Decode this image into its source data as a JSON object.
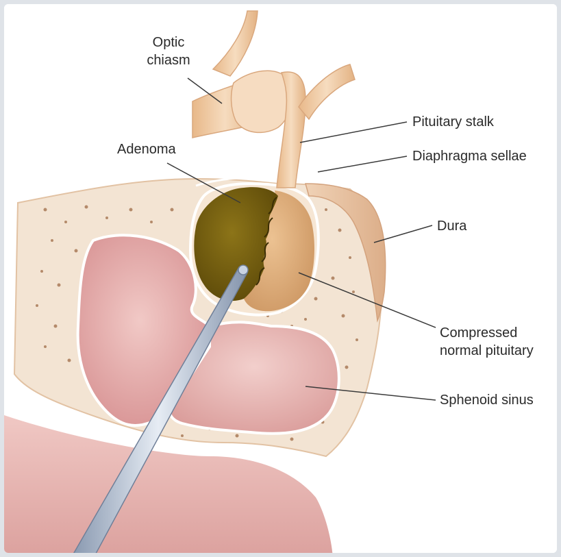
{
  "diagram": {
    "labels": {
      "optic_chiasm_line1": "Optic",
      "optic_chiasm_line2": "chiasm",
      "adenoma": "Adenoma",
      "pituitary_stalk": "Pituitary stalk",
      "diaphragma_sellae": "Diaphragma sellae",
      "dura": "Dura",
      "compressed_line1": "Compressed",
      "compressed_line2": "normal pituitary",
      "sphenoid_sinus": "Sphenoid sinus"
    },
    "colors": {
      "bone": "#f2e3d2",
      "dura": "#e7c3a3",
      "sinus": "#d99a9a",
      "adenoma": "#6e5a12",
      "pituitary": "#d9a673",
      "nerve": "#efc9a1",
      "instrument": "#a9b7cc"
    }
  }
}
